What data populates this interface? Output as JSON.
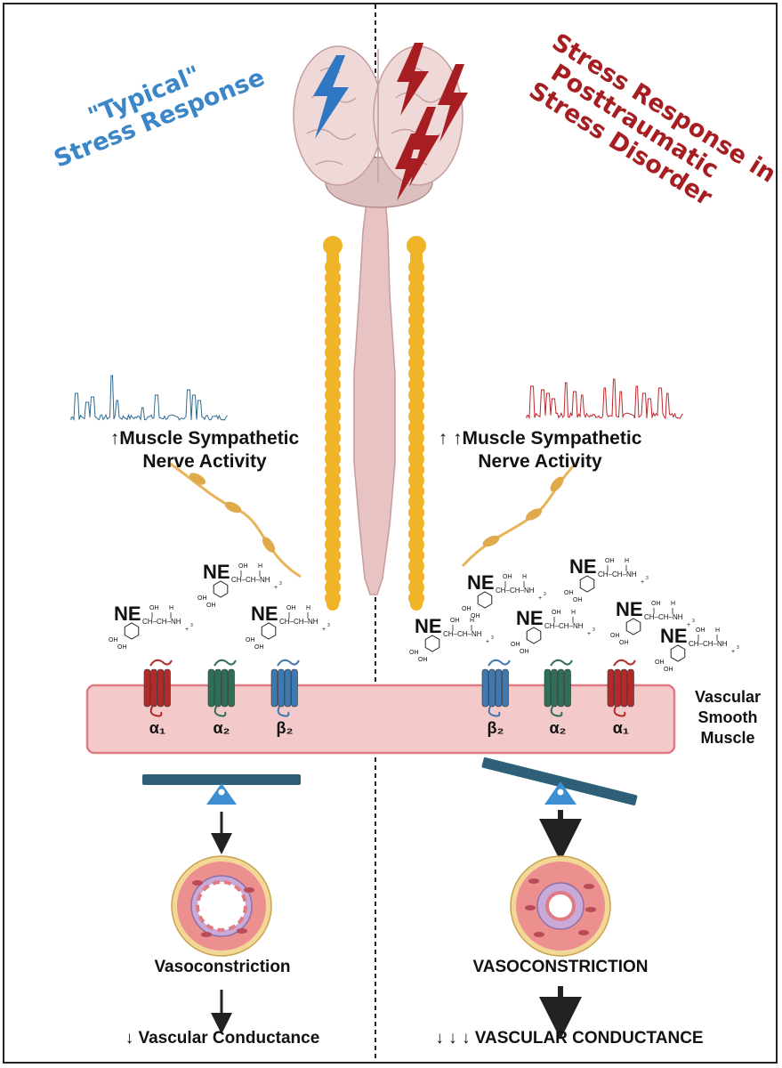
{
  "left_panel": {
    "title_line1": "\"Typical\"",
    "title_line2": "Stress Response",
    "msna_arrows": "↑",
    "msna_line1": "Muscle Sympathetic",
    "msna_line2": "Nerve Activity",
    "receptors": [
      {
        "label": "α₁",
        "color": "#b22a2a"
      },
      {
        "label": "α₂",
        "color": "#2f6e58"
      },
      {
        "label": "β₂",
        "color": "#3d78b0"
      }
    ],
    "outcome": "Vasoconstriction",
    "conductance_arrows": "↓",
    "conductance": "Vascular Conductance"
  },
  "right_panel": {
    "title_line1": "Stress Response in",
    "title_line2": "Posttraumatic",
    "title_line3": "Stress Disorder",
    "msna_arrows": "↑ ↑",
    "msna_line1": "Muscle Sympathetic",
    "msna_line2": "Nerve Activity",
    "receptors": [
      {
        "label": "β₂",
        "color": "#3d78b0"
      },
      {
        "label": "α₂",
        "color": "#2f6e58"
      },
      {
        "label": "α₁",
        "color": "#b22a2a"
      }
    ],
    "outcome": "VASOCONSTRICTION",
    "conductance_arrows": "↓ ↓ ↓",
    "conductance": "VASCULAR CONDUCTANCE"
  },
  "membrane_label_line1": "Vascular",
  "membrane_label_line2": "Smooth",
  "membrane_label_line3": "Muscle",
  "molecule": {
    "abbr": "NE",
    "oh": "OH",
    "h": "H",
    "chain": "CH–CH–NH",
    "sub3": "3",
    "plus": "+"
  },
  "colors": {
    "typical_title": "#3a86c8",
    "ptsd_title": "#a61e22",
    "spinal_cord": "#f0b429",
    "membrane_fill": "#f3c9c9",
    "membrane_border": "#e07b82",
    "seesaw_bar": "#2e5f78",
    "seesaw_fulcrum": "#3d8fd1"
  },
  "icons": [
    "brain-icon",
    "lightning-icon",
    "spinal-cord-icon",
    "nerve-fiber-icon",
    "receptor-icon",
    "seesaw-icon",
    "vessel-icon"
  ]
}
